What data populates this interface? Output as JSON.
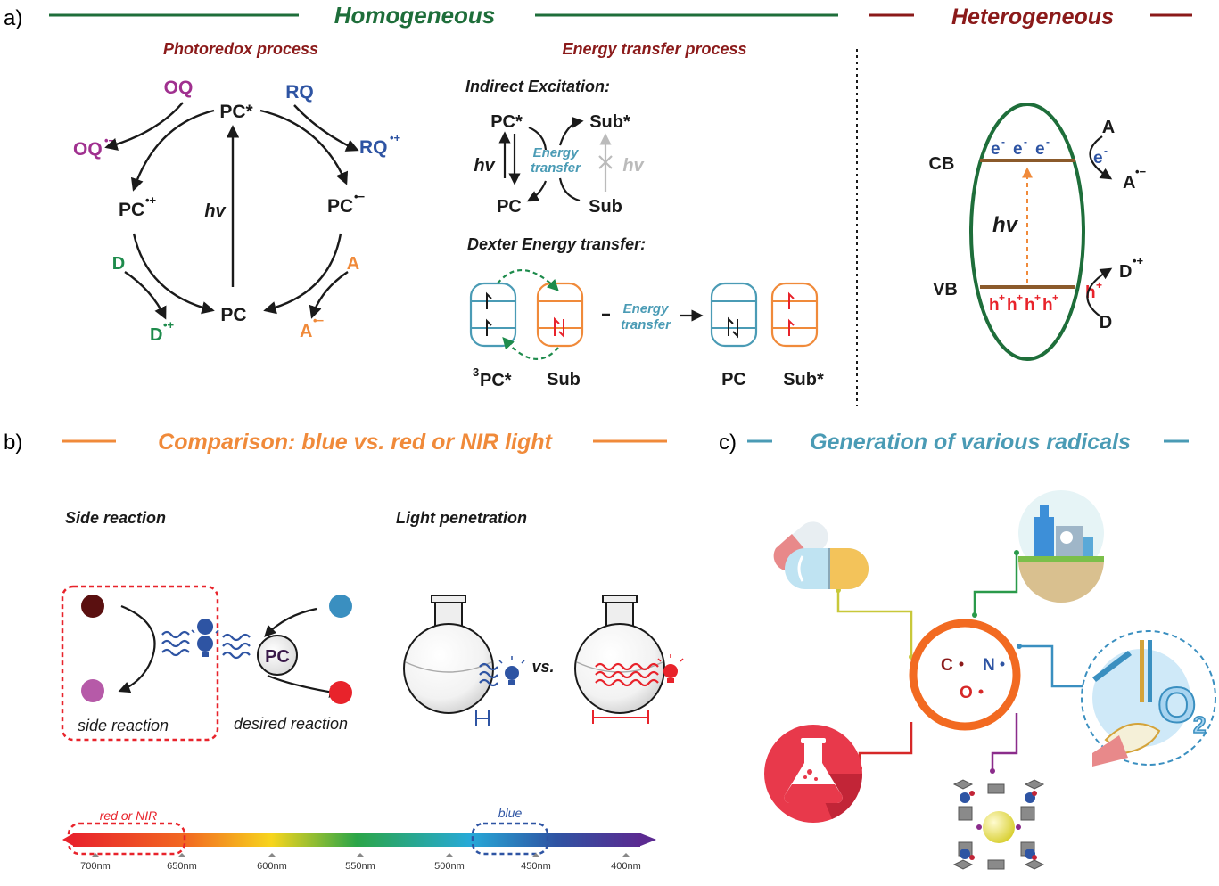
{
  "panel_a": {
    "letter": "a)",
    "homogeneous_title": "Homogeneous",
    "heterogeneous_title": "Heterogeneous",
    "photoredox": {
      "title": "Photoredox process",
      "pc_star": "PC*",
      "oq": "OQ",
      "oq_rad": "OQ",
      "oq_rad_sup": "•−",
      "rq": "RQ",
      "rq_rad": "RQ",
      "rq_rad_sup": "•+",
      "pc_plus": "PC",
      "pc_plus_sup": "•+",
      "pc_minus": "PC",
      "pc_minus_sup": "•−",
      "hv": "hv",
      "d": "D",
      "d_rad": "D",
      "d_rad_sup": "•+",
      "pc": "PC",
      "a": "A",
      "a_rad": "A",
      "a_rad_sup": "•−"
    },
    "energy_transfer": {
      "title": "Energy transfer process",
      "indirect_title": "Indirect Excitation:",
      "pc_star": "PC*",
      "sub_star": "Sub*",
      "energy": "Energy",
      "transfer": "transfer",
      "hv_left": "hv",
      "hv_right": "hv",
      "pc": "PC",
      "sub": "Sub",
      "dexter_title": "Dexter Energy transfer:",
      "pc3_sup": "3",
      "pc3": "PC*",
      "sub_label": "Sub",
      "energy2": "Energy",
      "transfer2": "transfer",
      "pc_after": "PC",
      "sub_star_after": "Sub*"
    },
    "heterogeneous": {
      "cb": "CB",
      "vb": "VB",
      "electrons": "e",
      "holes": "h",
      "hv": "hv",
      "a": "A",
      "e_label": "e",
      "a_rad": "A",
      "a_rad_sup": "•−",
      "d_rad": "D",
      "d_rad_sup": "•+",
      "h_label": "h",
      "d": "D"
    }
  },
  "panel_b": {
    "letter": "b)",
    "title": "Comparison: blue vs. red or NIR light",
    "side_reaction_title": "Side reaction",
    "light_penetration_title": "Light penetration",
    "side_reaction_label": "side reaction",
    "desired_reaction_label": "desired reaction",
    "pc_label": "PC",
    "vs_label": "vs.",
    "spectrum": {
      "red_label": "red or NIR",
      "blue_label": "blue",
      "ticks": [
        "700nm",
        "650nm",
        "600nm",
        "550nm",
        "500nm",
        "450nm",
        "400nm"
      ]
    }
  },
  "panel_c": {
    "letter": "c)",
    "title": "Generation of various radicals",
    "c_rad": "C",
    "n_rad": "N",
    "o_rad": "O",
    "o2_label": "O",
    "o2_sub": "2"
  }
}
